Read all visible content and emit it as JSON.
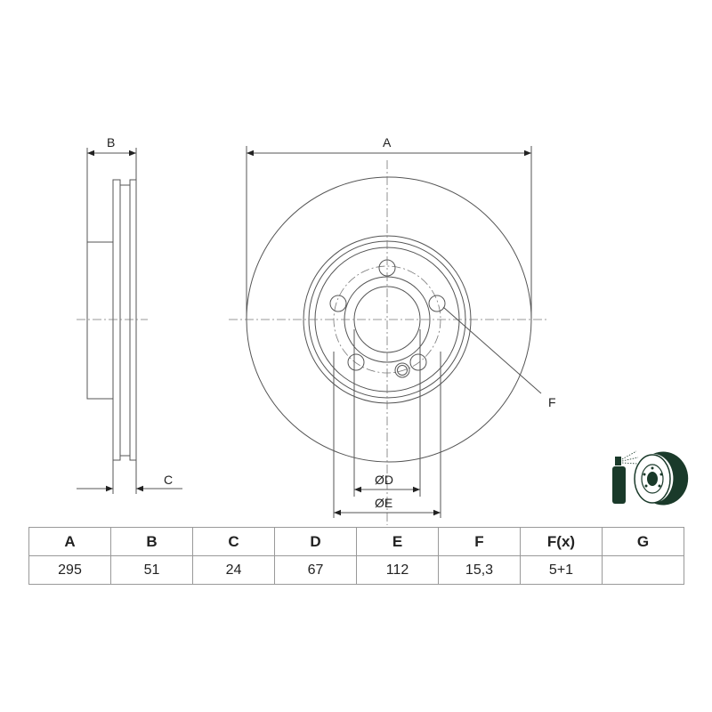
{
  "drawing": {
    "labels": {
      "A": "A",
      "B": "B",
      "C": "C",
      "D": "ØD",
      "E": "ØE",
      "F": "F"
    }
  },
  "table": {
    "headers": [
      "A",
      "B",
      "C",
      "D",
      "E",
      "F",
      "F(x)",
      "G"
    ],
    "values": [
      "295",
      "51",
      "24",
      "67",
      "112",
      "15,3",
      "5+1",
      ""
    ]
  },
  "icon": {
    "name": "brake-cleaner-spray-icon",
    "color": "#1a3a2a"
  }
}
